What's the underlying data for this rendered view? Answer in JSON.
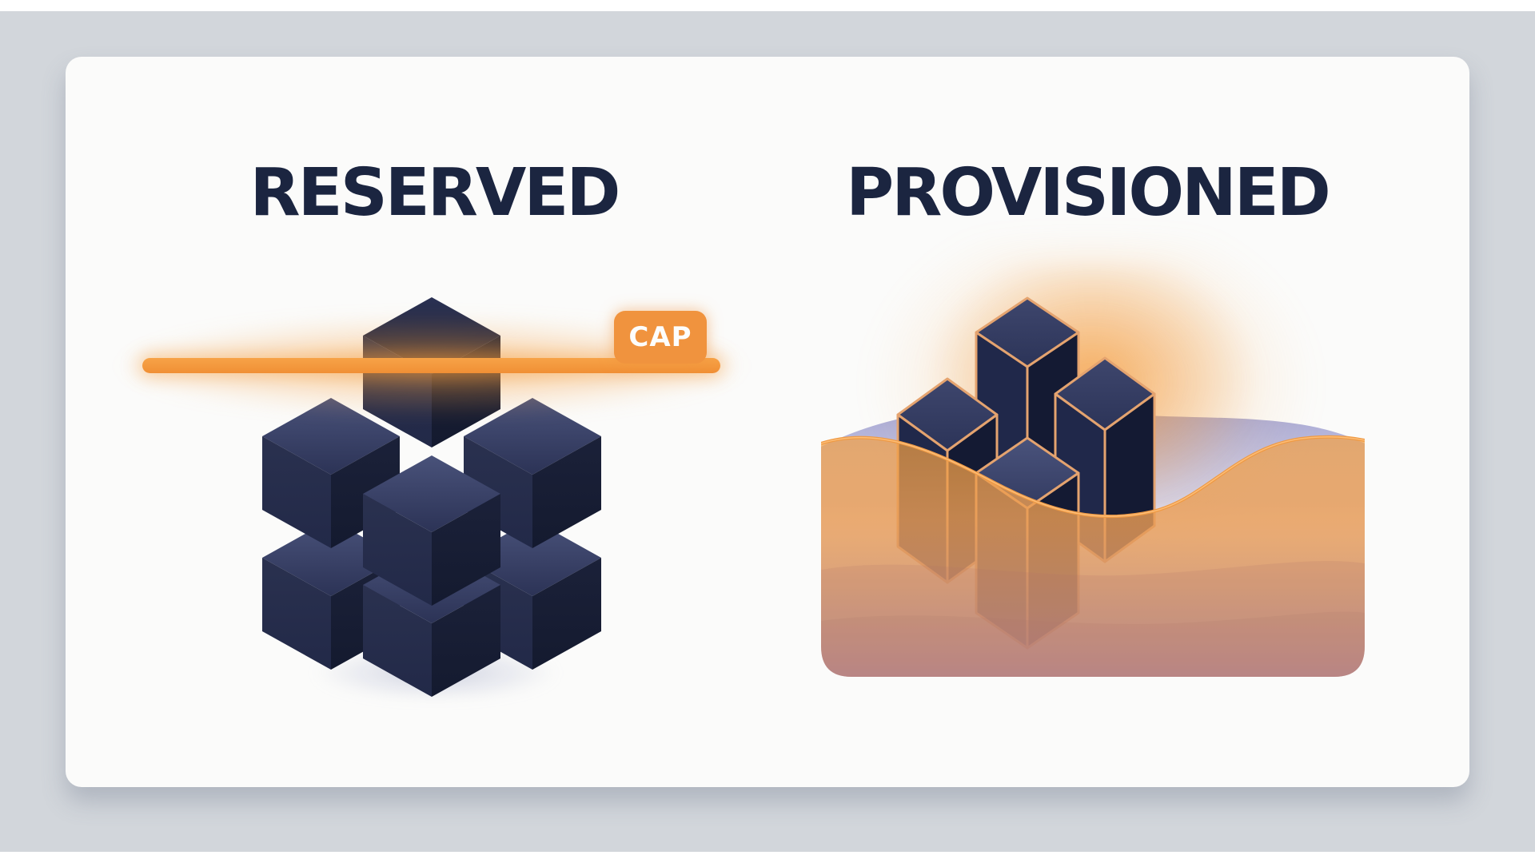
{
  "panels": {
    "left": {
      "title": "RESERVED",
      "cap_label": "CAP"
    },
    "right": {
      "title": "PROVISIONED"
    }
  },
  "colors": {
    "accent_orange": "#F5993D",
    "cap_tag_orange": "#F0933E",
    "title_navy": "#1B2540",
    "cube_navy_dark": "#1A2038",
    "cube_navy_light": "#3A4268",
    "cube_outline_orange": "#E4A36F",
    "liquid_orange_top": "#F2A04E",
    "liquid_mauve_bottom": "#BC8A8C",
    "dome_lavender": "#A6A7D3",
    "background_gray": "#D2D6DB",
    "card_white": "#FBFBFA"
  }
}
